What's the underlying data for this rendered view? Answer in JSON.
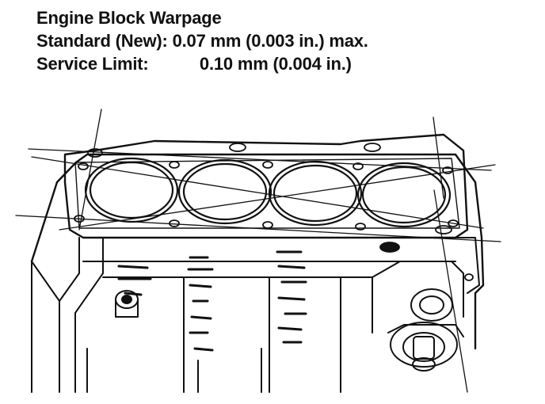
{
  "spec": {
    "title": "Engine Block Warpage",
    "standard_label": "Standard (New):",
    "standard_value": "0.07 mm (0.003 in.) max.",
    "limit_label": "Service Limit:",
    "limit_value": "0.10 mm (0.004 in.)"
  },
  "figure": {
    "subject": "engine-block-deck",
    "cylinder_count": 4,
    "measurement_lines": 6,
    "ink_color": "#111111",
    "paper_color": "#ffffff"
  }
}
